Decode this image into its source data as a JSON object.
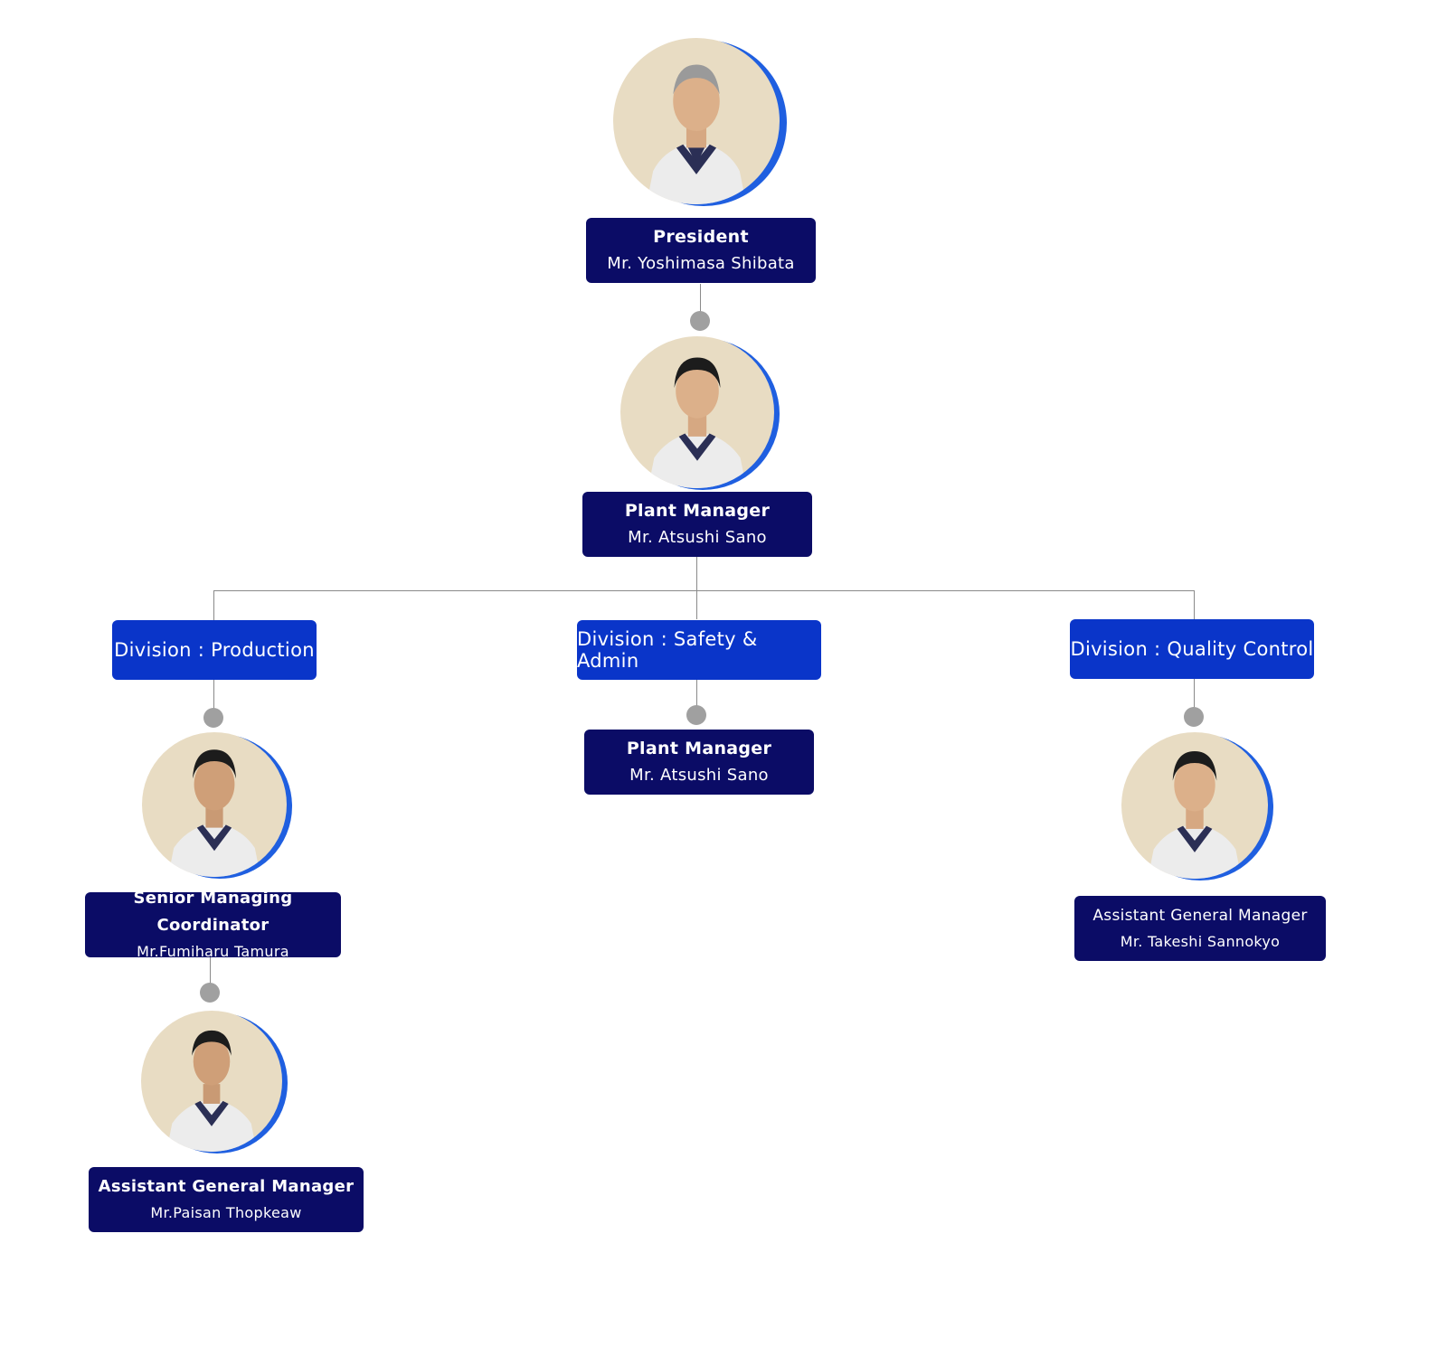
{
  "president": {
    "role": "President",
    "name": "Mr. Yoshimasa Shibata",
    "photo_icon": "portrait-photo"
  },
  "plant_manager": {
    "role": "Plant Manager",
    "name": "Mr. Atsushi Sano",
    "photo_icon": "portrait-photo"
  },
  "divisions": [
    {
      "label": "Division : Production"
    },
    {
      "label": "Division : Safety & Admin"
    },
    {
      "label": "Division : Quality Control"
    }
  ],
  "production": {
    "coordinator": {
      "role": "Senior Managing Coordinator",
      "name": "Mr.Fumiharu Tamura"
    },
    "agm": {
      "role": "Assistant General Manager",
      "name": "Mr.Paisan Thopkeaw"
    }
  },
  "safety_admin": {
    "manager": {
      "role": "Plant Manager",
      "name": "Mr. Atsushi Sano"
    }
  },
  "quality_control": {
    "agm": {
      "role": "Assistant General Manager",
      "name": "Mr. Takeshi Sannokyo"
    }
  },
  "colors": {
    "title_box": "#0b0c66",
    "division_box": "#0a35c9",
    "portrait_ring": "#1f5fe0",
    "portrait_bg": "#e8dcc3",
    "connector": "#8a8a8a",
    "dot": "#a0a0a0"
  }
}
